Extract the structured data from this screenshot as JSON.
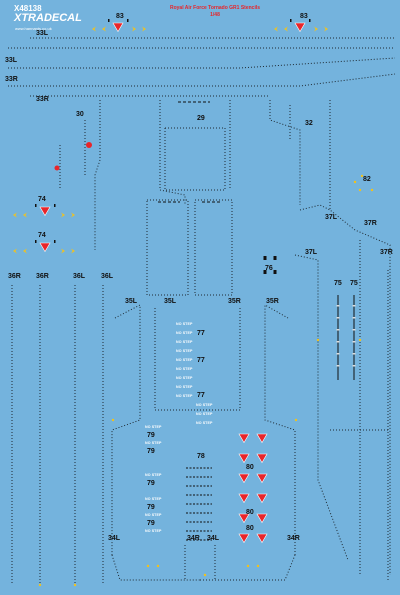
{
  "header": {
    "brand_code": "X48138",
    "brand_name": "XTRADECAL",
    "website": "www.hannants.co.uk",
    "title": "Royal Air Force Tornado GR1 Stencils",
    "scale": "1/48"
  },
  "labels": {
    "n83a": "83",
    "n83b": "83",
    "n33l_top": "33L",
    "n33l_mid": "33L",
    "n33r": "33R",
    "n33r_b": "33R",
    "n29": "29",
    "n30": "30",
    "n32": "32",
    "n82": "82",
    "n74a": "74",
    "n74b": "74",
    "n37l": "37L",
    "n37r": "37R",
    "n37l_b": "37L",
    "n37r_b": "37R",
    "n76": "76",
    "n75a": "75",
    "n75b": "75",
    "n36r_a": "36R",
    "n36r_b": "36R",
    "n36l_a": "36L",
    "n36l_b": "36L",
    "n35l_a": "35L",
    "n35l_b": "35L",
    "n35r_a": "35R",
    "n35r_b": "35R",
    "n77a": "77",
    "n77b": "77",
    "n77c": "77",
    "n78": "78",
    "n79a": "79",
    "n79b": "79",
    "n79c": "79",
    "n79d": "79",
    "n79e": "79",
    "n80a": "80",
    "n80b": "80",
    "n80c": "80",
    "n34l_a": "34L",
    "n34r_a": "34R",
    "n34l_b": "34L",
    "n34r_b": "34R",
    "no_step": "NO STEP"
  },
  "colors": {
    "sheet": "#74b3dd",
    "stencil_red": "#e8252a",
    "stencil_yellow": "#f2c21b",
    "dots": "#1e2a33"
  }
}
